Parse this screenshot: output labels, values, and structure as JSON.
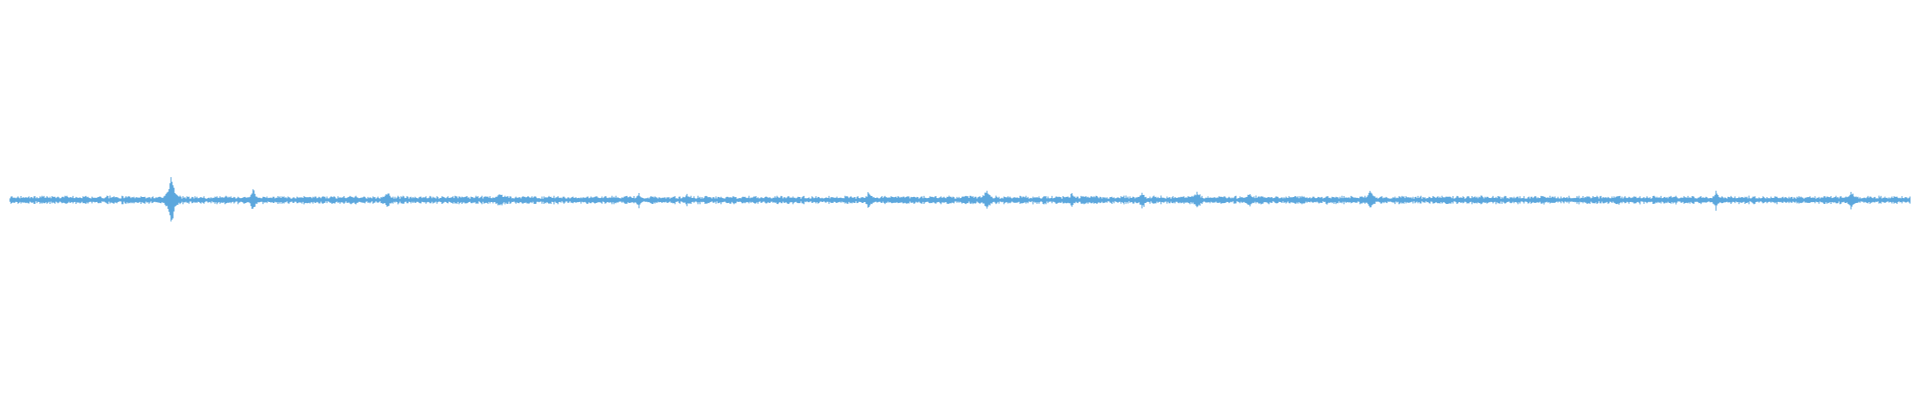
{
  "waveform": {
    "color": "#5ca7dd",
    "background": "#ffffff",
    "baseline_amplitude": 0.03,
    "peaks": [
      {
        "position": 0.085,
        "amplitude": 0.36
      },
      {
        "position": 0.128,
        "amplitude": 0.14
      },
      {
        "position": 0.199,
        "amplitude": 0.1
      },
      {
        "position": 0.258,
        "amplitude": 0.1
      },
      {
        "position": 0.331,
        "amplitude": 0.08
      },
      {
        "position": 0.356,
        "amplitude": 0.08
      },
      {
        "position": 0.452,
        "amplitude": 0.1
      },
      {
        "position": 0.514,
        "amplitude": 0.14
      },
      {
        "position": 0.559,
        "amplitude": 0.1
      },
      {
        "position": 0.596,
        "amplitude": 0.1
      },
      {
        "position": 0.625,
        "amplitude": 0.12
      },
      {
        "position": 0.652,
        "amplitude": 0.1
      },
      {
        "position": 0.716,
        "amplitude": 0.14
      },
      {
        "position": 0.846,
        "amplitude": 0.08
      },
      {
        "position": 0.898,
        "amplitude": 0.12
      },
      {
        "position": 0.969,
        "amplitude": 0.12
      }
    ]
  }
}
